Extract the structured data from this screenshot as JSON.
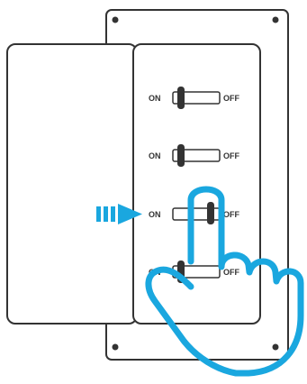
{
  "labels": {
    "on": "ON",
    "off": "OFF"
  },
  "switches": [
    {
      "state": "on"
    },
    {
      "state": "on"
    },
    {
      "state": "off",
      "highlighted": true
    },
    {
      "state": "on"
    }
  ],
  "colors": {
    "outline": "#333333",
    "accent": "#1aa7df",
    "background": "#ffffff"
  },
  "icons": {
    "arrow": "triple-chevron-right-arrow-icon",
    "hand": "pointing-hand-icon",
    "screw": "screw-icon"
  }
}
